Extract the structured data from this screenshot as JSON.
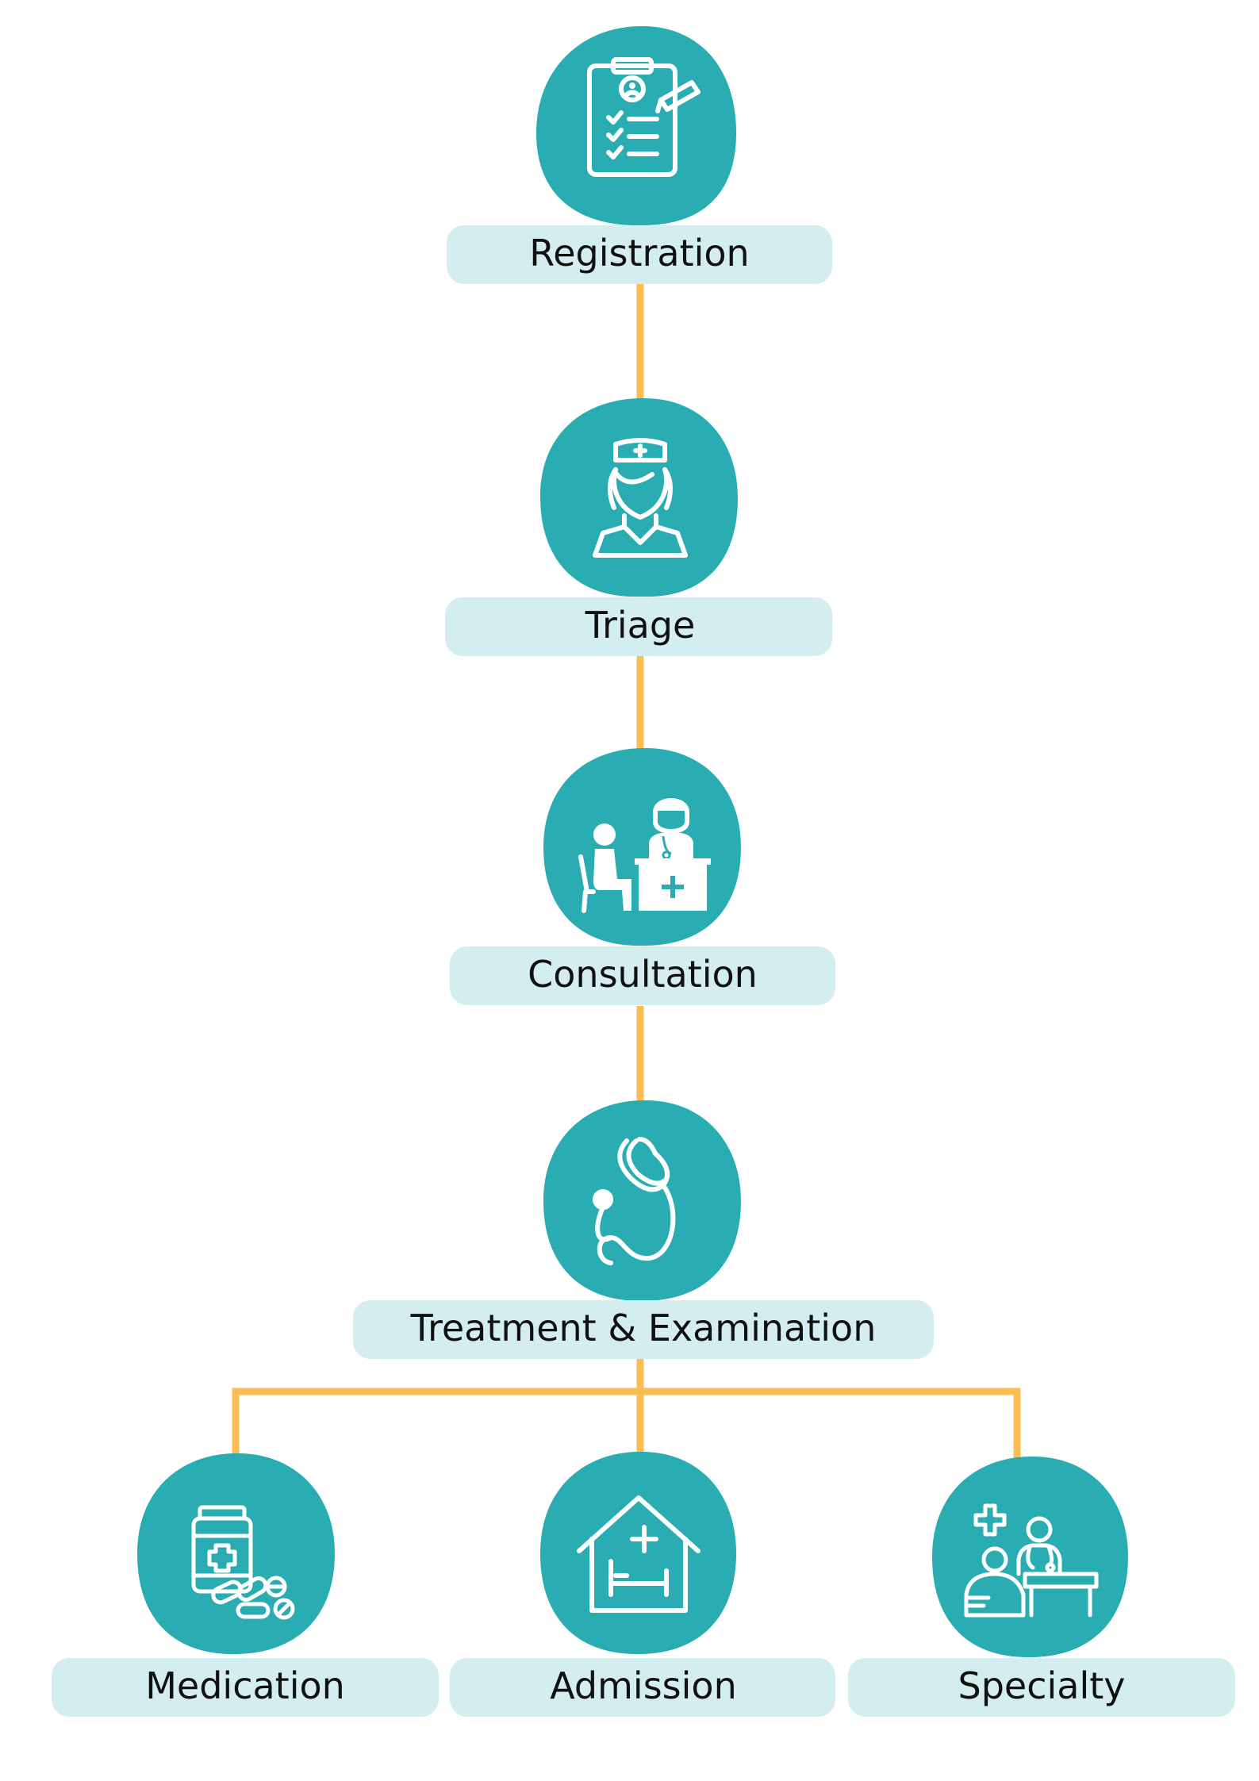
{
  "colors": {
    "circle": "#29adb2",
    "label_bg": "#d4edee",
    "connector": "#fcbd52",
    "text": "#111111",
    "icon": "#ffffff"
  },
  "steps": [
    {
      "label": "Registration",
      "icon": "clipboard-checklist-icon"
    },
    {
      "label": "Triage",
      "icon": "nurse-icon"
    },
    {
      "label": "Consultation",
      "icon": "doctor-consultation-icon"
    },
    {
      "label": "Treatment & Examination",
      "icon": "stethoscope-icon"
    }
  ],
  "outcomes": [
    {
      "label": "Medication",
      "icon": "medicine-bottle-pills-icon"
    },
    {
      "label": "Admission",
      "icon": "hospital-bed-house-icon"
    },
    {
      "label": "Specialty",
      "icon": "specialist-doctor-icon"
    }
  ]
}
